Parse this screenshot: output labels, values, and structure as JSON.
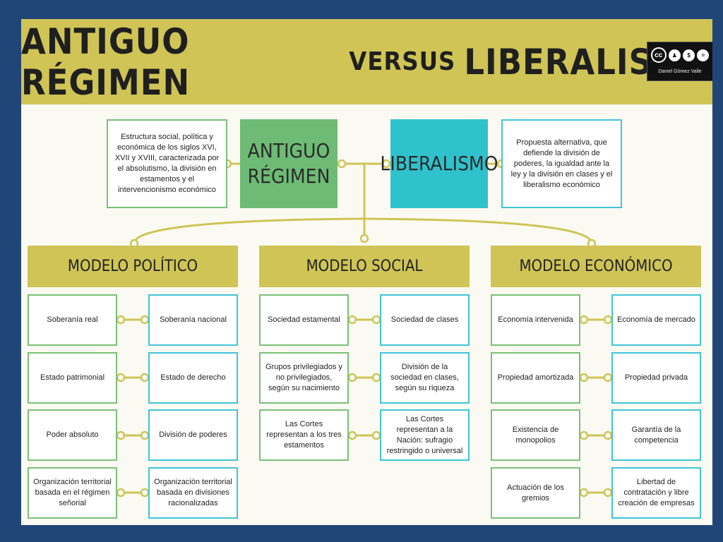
{
  "title": {
    "part1": "ANTIGUO RÉGIMEN",
    "part2": "VERSUS",
    "part3": "LIBERALISMO"
  },
  "license": {
    "icons": [
      "cc-icon",
      "by-icon",
      "dollar-icon",
      "equals-icon"
    ],
    "author": "Daniel Gómez Valle"
  },
  "antiguo_regimen": {
    "label_line1": "ANTIGUO",
    "label_line2": "RÉGIMEN",
    "description": "Estructura social, política y económica de los siglos XVI, XVII y XVIII, caracterizada por el absolutismo, la división en estamentos y el intervencionismo económico"
  },
  "liberalismo": {
    "label": "LIBERALISMO",
    "description": "Propuesta alternativa, que defiende la división de poderes, la igualdad ante la ley y la división en clases y el liberalismo económico"
  },
  "sections": [
    {
      "title": "MODELO POLÍTICO",
      "rows": [
        {
          "left": "Soberanía real",
          "right": "Soberanía nacional"
        },
        {
          "left": "Estado patrimonial",
          "right": "Estado de derecho"
        },
        {
          "left": "Poder absoluto",
          "right": "División de poderes"
        },
        {
          "left": "Organización territorial basada en el régimen señorial",
          "right": "Organización territorial basada en divisiones racionalizadas"
        }
      ]
    },
    {
      "title": "MODELO SOCIAL",
      "rows": [
        {
          "left": "Sociedad estamental",
          "right": "Sociedad de clases"
        },
        {
          "left": "Grupos privilegiados y no privilegiados, según su nacimiento",
          "right": "División de la sociedad en clases, según su riqueza"
        },
        {
          "left": "Las Cortes representan a los tres estamentos",
          "right": "Las Cortes representan a la Nación: sufragio restringido o universal"
        }
      ]
    },
    {
      "title": "MODELO ECONÓMICO",
      "rows": [
        {
          "left": "Economía intervenida",
          "right": "Economía de mercado"
        },
        {
          "left": "Propiedad amortizada",
          "right": "Propiedad privada"
        },
        {
          "left": "Existencia de monopolios",
          "right": "Garantía de la competencia"
        },
        {
          "left": "Actuación de los gremios",
          "right": "Libertad de contratación y libre creación de empresas"
        }
      ]
    }
  ],
  "colors": {
    "olive": "#cfc455",
    "green": "#6dbb74",
    "cyan": "#2fc2cc",
    "frame": "#1f4677",
    "background": "#fbfaf2"
  }
}
